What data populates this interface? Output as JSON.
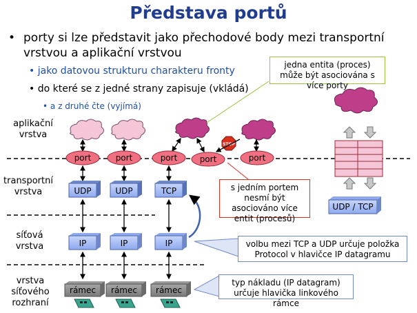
{
  "title": "Představa portů",
  "bullets": {
    "l1": "porty si lze představit jako přechodové body mezi transportní vrstvou a aplikační vrstvou",
    "l2": "jako datovou strukturu charakteru fronty",
    "l3": "do které se z jedné strany zapisuje (vkládá)",
    "l4": "a z druhé čte (vyjímá)"
  },
  "layers": {
    "app": [
      "aplikační",
      "vrstva"
    ],
    "transport": [
      "transportní",
      "vrstva"
    ],
    "network": [
      "síťová",
      "vrstva"
    ],
    "link": [
      "vrstva",
      "síťového",
      "rozhraní"
    ]
  },
  "labels": {
    "port": "port",
    "udp": "UDP",
    "tcp": "TCP",
    "ip": "IP",
    "frame": "rámec",
    "stop": "STOP",
    "udp_tcp": "UDP / TCP"
  },
  "notes": {
    "green": "jedna entita (proces) může být asociována s více porty",
    "red": "s jedním portem nesmí být asociováno více entit (procesů)",
    "blue1": "volbu mezi TCP a UDP určuje položka Protocol v hlavičce IP datagramu",
    "blue2": "typ nákladu (IP datagram) určuje hlavička linkového rámce"
  },
  "colors": {
    "title": "#1f3c8f",
    "port_fill": "#f06f80",
    "cloud_fill": "#f4c6d8",
    "cloud_dark": "#bf3e8a",
    "box_fill": "#a8bff5",
    "frame_fill": "#8c8c8c",
    "green_border": "#9ac43c",
    "red_border": "#d9301e",
    "blue_border": "#6f88c9"
  }
}
